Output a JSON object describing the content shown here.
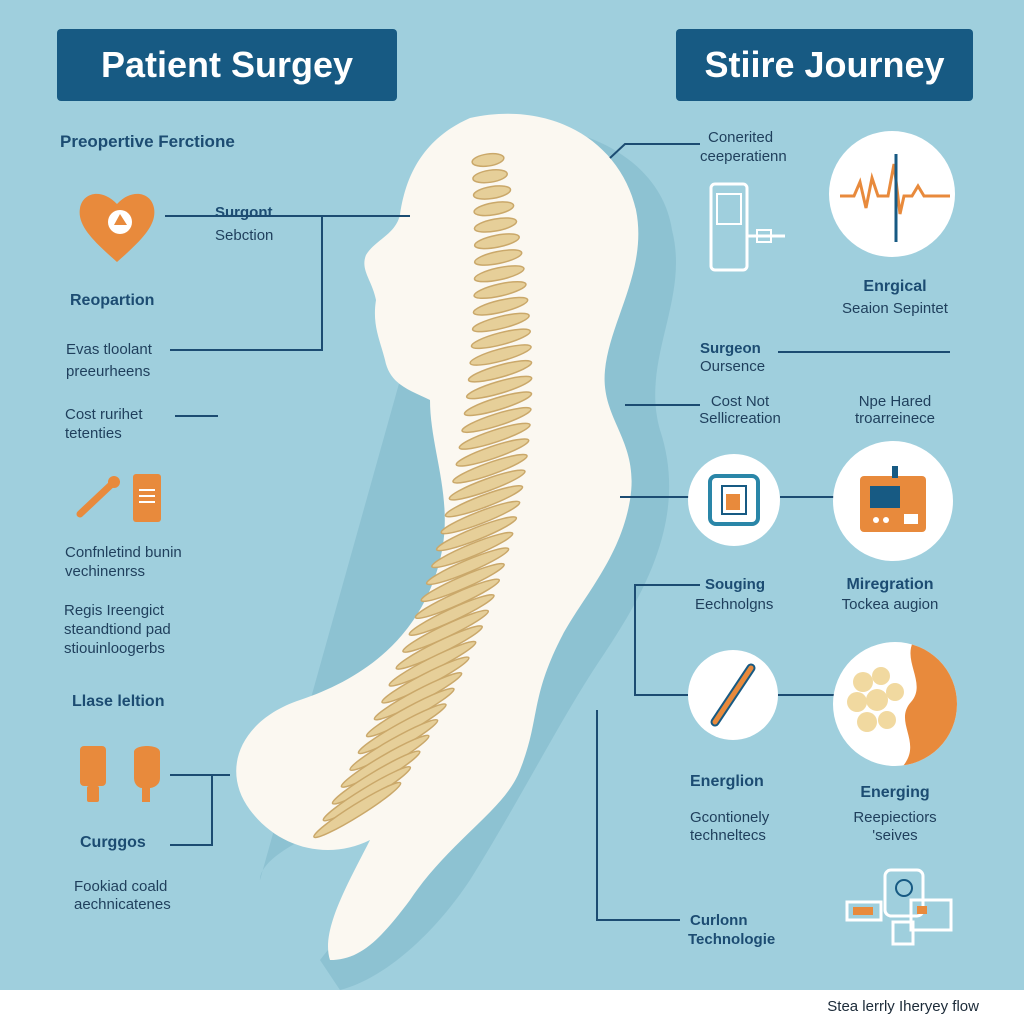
{
  "titles": {
    "left": "Patient Surgey",
    "right": "Stiire Journey"
  },
  "left": {
    "preop_heading": "Preopertive Ferctione",
    "surgeon_label": [
      "Surgont",
      "Sebction"
    ],
    "preparation_heading": "Reopartion",
    "evas": [
      "Evas tloolant",
      "preeurheens"
    ],
    "cost": [
      "Cost rurihet",
      "tetenties"
    ],
    "confnied": [
      "Confnletind bunin",
      "vechinenrss"
    ],
    "regis": [
      "Regis Ireengict",
      "steandtiond pad",
      "stiouinloogerbs"
    ],
    "llase_heading": "Llase leltion",
    "curr_heading": "Curggos",
    "fookiad": [
      "Fookiad coald",
      "aechnicatenes"
    ]
  },
  "right": {
    "conerited": [
      "Conerited",
      "ceeperatienn"
    ],
    "engrical": [
      "Enrgical",
      "Seaion Sepintet"
    ],
    "surgeon": [
      "Surgeon",
      "Oursence"
    ],
    "costnot": [
      "Cost Not",
      "Sellicreation"
    ],
    "npe": [
      "Npe Hared",
      "troarreinece"
    ],
    "souging": [
      "Souging",
      "Eechnolgns"
    ],
    "miregration": [
      "Miregration",
      "Tockea augion"
    ],
    "energlion": "Energlion",
    "gcontionely": [
      "Gcontionely",
      "techneltecs"
    ],
    "energing": [
      "Energing",
      "Reepiectiors",
      "'seives"
    ],
    "curlonn": [
      "Curlonn",
      "Technologie"
    ]
  },
  "footer": "Stea lerrly Iheryey flow",
  "icons": [
    "heart-icon",
    "ecg-monitor-icon",
    "medical-device-icon",
    "wrench-icon",
    "clipboard-icon",
    "tablet-device-icon",
    "machine-icon",
    "scalpel-icon",
    "bone-cells-icon",
    "implant-icon",
    "lab-equipment-icon"
  ],
  "colors": {
    "background": "#9fcfdd",
    "navy": "#175a83",
    "orange": "#e88a3c",
    "bone": "#e6cf99"
  }
}
